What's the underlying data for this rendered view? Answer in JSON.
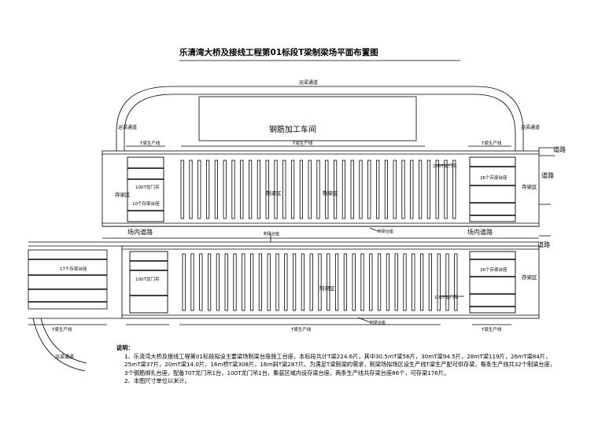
{
  "drawing": {
    "title": "乐清湾大桥及接线工程第01标段T梁制梁场平面布置图",
    "labels": {
      "road_top": "运梁通道",
      "road_left": "运梁通道",
      "road_right": "运梁通道",
      "road_bottom_left": "运梁通道",
      "rebar_shop": "钢筋加工车间",
      "road_exit": "道路",
      "road_right_1": "道路",
      "road_right_2": "道路",
      "inner_road_left": "场内道路",
      "inner_road_right": "场内道路",
      "beam_storage_left": "存梁区",
      "beam_storage_right": "存梁区",
      "beam_storage_right_2": "存梁区",
      "pour_zone_top_a": "制梁区",
      "pour_zone_top_b": "制梁区",
      "pour_zone_bottom": "制梁区",
      "line_top_left": "T梁生产线",
      "line_top_mid": "T梁生产线",
      "line_top_right": "T梁生产线",
      "line_bot_left": "T梁生产线",
      "line_bot_mid": "T梁生产线",
      "line_bot_right": "T梁生产线",
      "crane_100t_a": "100T龙门吊",
      "crane_100t_b": "100T龙门吊",
      "crane_100t_c": "100T龙门吊",
      "crane_100t_d": "100T龙门吊",
      "store_top_left": "10个存梁台座",
      "store_top_right": "26个存梁台座",
      "store_bot_left": "17个存梁台座",
      "store_bot_right": "26个存梁台座",
      "pedestal_callout_a": "制梁台座",
      "pedestal_callout_b": "制梁台座",
      "pedestal_callout_c": "制梁台座"
    },
    "notes": {
      "heading": "说明：",
      "item1": "1、乐清湾大桥及接线工程第01标段拟设主要梁场制梁台座施工台座，本标段共计T梁224.6片，其中30.5mT梁56片，30mT梁94.5片，28mT梁119片，26mT梁84片，25mT梁37片，20mT梁14.0片，16m桥T梁308片，16m斜T梁287片。为满足T梁制梁的需求，制梁场拟场区设生产线T梁生产配可供存梁，每条生产线共32个制梁台座，3个钢筋绑扎台座，配备70T龙门吊1台，100T龙门吊1台，集装区域内设存梁台座，两条生产线共存梁台座86个，可存梁176片。",
      "item2": "2、本图尺寸单位以米计。"
    }
  }
}
